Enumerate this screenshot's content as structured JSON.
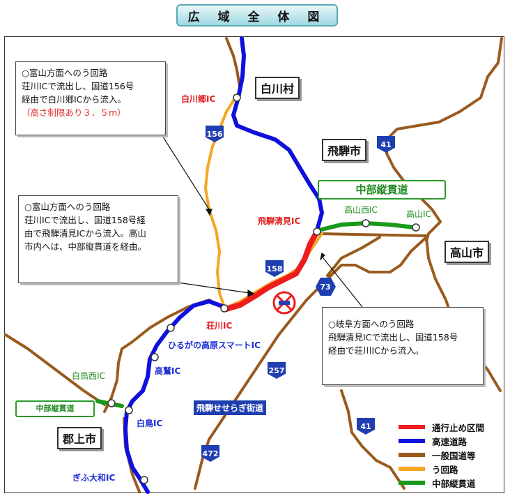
{
  "title": "広 域 全 体 図",
  "places": {
    "shirakawa": "白川村",
    "hida": "飛騨市",
    "takayama": "高山市",
    "gujo": "郡上市"
  },
  "chubu_road": {
    "main_tag": "中部縦貫道",
    "small_tag": "中部縦貫道"
  },
  "interchanges": {
    "shirakawago": "白川郷IC",
    "hida_kiyomi": "飛騨清見IC",
    "shokawa": "荘川IC",
    "hirugano": "ひるがの高原スマートIC",
    "takawashi": "高鷲IC",
    "shirotori": "白鳥IC",
    "shirotori_nishi": "白鳥西IC",
    "gifu_yamato": "ぎふ大和IC",
    "takayama_nishi": "高山西IC",
    "takayama": "高山IC"
  },
  "route_shields": [
    "156",
    "41",
    "158",
    "73",
    "257",
    "41",
    "472"
  ],
  "byway_label": "飛騨せせらぎ街道",
  "callouts": {
    "toyama_156": {
      "line1": "○富山方面へのう回路",
      "line2": "荘川ICで流出し、国道156号",
      "line3": "経由で白川郷ICから流入。",
      "line4": "（高さ制限あり３．５m）"
    },
    "toyama_158": {
      "line1": "○富山方面へのう回路",
      "line2": "荘川ICで流出し、国道158号経",
      "line3": "由で飛騨清見ICから流入。高山",
      "line4": "市内へは、中部縦貫道を経由。"
    },
    "gifu": {
      "line1": "○岐阜方面へのう回路",
      "line2": "飛騨清見ICで流出し、国道158号",
      "line3": "経由で荘川ICから流入。"
    }
  },
  "legend": [
    {
      "label": "通行止め区間",
      "color": "#ee1c1c"
    },
    {
      "label": "高速道路",
      "color": "#1010dd"
    },
    {
      "label": "一般国道等",
      "color": "#9a5a1e"
    },
    {
      "label": "う回路",
      "color": "#f5a623"
    },
    {
      "label": "中部縦貫道",
      "color": "#1a9a1a"
    }
  ]
}
